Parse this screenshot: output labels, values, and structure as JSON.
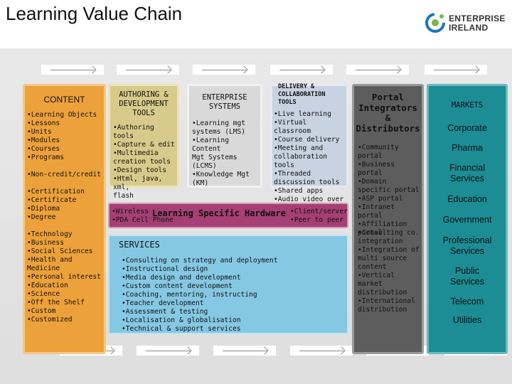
{
  "title": "Learning Value Chain",
  "logo": {
    "line1": "ENTERPRISE",
    "line2": "IRELAND",
    "icon": "enterprise-ireland-swirl-icon",
    "colors": {
      "blue": "#1b75bb",
      "green": "#7ab648"
    }
  },
  "colors": {
    "content": "#eda13a",
    "authoring": "#d8ca8a",
    "enterprise": "#d9d9d9",
    "delivery": "#c7d3e0",
    "hardware": "#a53f74",
    "services": "#85c8e4",
    "portal": "#5d5d5d",
    "markets": "#1c8c95",
    "band": "#e2e2e2"
  },
  "content": {
    "heading": "CONTENT",
    "groups": [
      [
        "•Learning Objects",
        "•Lessons",
        "•Units",
        "•Modules",
        "•Courses",
        "•Programs"
      ],
      [
        "•Non-credit/credit"
      ],
      [
        "•Certification",
        "•Certificate",
        "•Diploma",
        "•Degree"
      ],
      [
        "•Technology",
        "•Business",
        "•Social Sciences",
        "•Health and Medicine",
        "•Personal interest",
        "•Education",
        "•Science"
      ],
      [
        "•Off the Shelf",
        "•Custom",
        "•Customized"
      ]
    ]
  },
  "authoring": {
    "heading": [
      "AUTHORING &",
      "DEVELOPMENT",
      "TOOLS"
    ],
    "items": [
      "•Authoring tools",
      "•Capture & edit",
      "•Multimedia",
      "creation tools",
      "•Design tools",
      "•Html, java, xml,",
      "flash"
    ]
  },
  "enterprise": {
    "heading": [
      "ENTERPRISE",
      "SYSTEMS"
    ],
    "items": [
      "•Learning mgt",
      "systems (LMS)",
      "•Learning Content",
      "Mgt Systems",
      "(LCMS)",
      "•Knowledge Mgt",
      "(KM)"
    ]
  },
  "delivery": {
    "heading": [
      "DELIVERY &",
      "COLLABORATION",
      "TOOLS"
    ],
    "items": [
      "•Live learning",
      "•Virtual classroom",
      "•Course delivery",
      "•Meeting and",
      "collaboration tools",
      "•Threaded",
      "discussion tools",
      "•Shared apps",
      "•Audio video over ip"
    ]
  },
  "hardware": {
    "title": "Learning Specific Hardware",
    "left": [
      "•Wireless",
      "•PDA Cell Phone"
    ],
    "right": [
      "•Client/server",
      "•Peer to peer"
    ]
  },
  "services": {
    "heading": "SERVICES",
    "items": [
      "•Consulting on strategy and deployment",
      "•Instructional design",
      "•Media design and development",
      "•Custom content development",
      "•Coaching, mentoring, instructing",
      "•Teacher development",
      "•Assessment & testing",
      "•Localisation & globalisation",
      "•Technical & support services"
    ]
  },
  "portal": {
    "heading": [
      "Portal",
      "Integrators",
      "&",
      "Distributors"
    ],
    "groups": [
      [
        "•Community",
        "portal",
        "•Business portal",
        "•Domain",
        "specific portal",
        "•ASP portal",
        "•Intranet portal",
        "•Affiliation",
        "portal"
      ],
      [
        "•Consulting co.",
        "integration",
        "•Integration of",
        "multi source",
        "content",
        "•Vertical market",
        "distribution",
        "•International",
        "distribution"
      ]
    ]
  },
  "markets": {
    "heading": "MARKETS",
    "items": [
      [
        "Corporate"
      ],
      [
        "Pharma"
      ],
      [
        "Financial",
        "Services"
      ],
      [
        "Education"
      ],
      [
        "Government"
      ],
      [
        "Professional",
        "Services"
      ],
      [
        "Public",
        "Services"
      ],
      [
        "Telecom"
      ],
      [
        "Utilities"
      ]
    ]
  }
}
